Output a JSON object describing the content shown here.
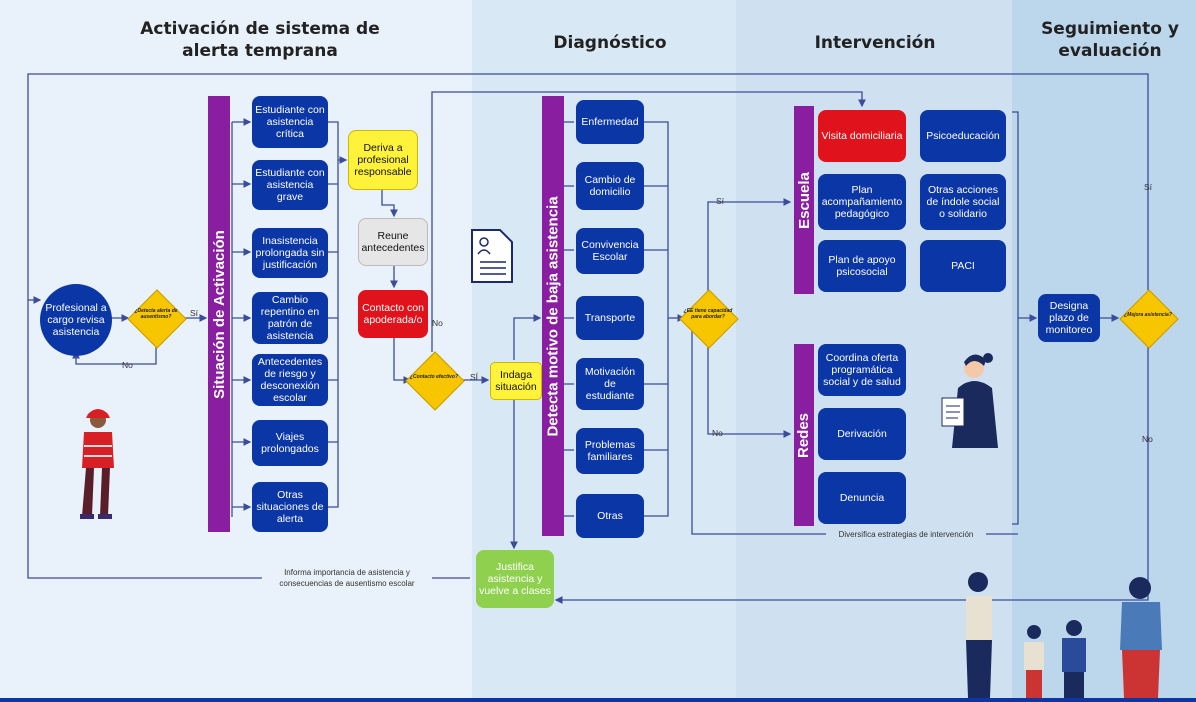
{
  "phases": {
    "activacion": "Activación de sistema de alerta temprana",
    "diagnostico": "Diagnóstico",
    "intervencion": "Intervención",
    "seguimiento": "Seguimiento y evaluación"
  },
  "start_node": "Profesional a cargo revisa asistencia",
  "decision_1": "¿Detecta alerta de ausentismo?",
  "activation_bar": "Situación de Activación",
  "situations": [
    "Estudiante con asistencia crítica",
    "Estudiante con asistencia grave",
    "Inasistencia prolongada sin justificación",
    "Cambio repentino en patrón de asistencia",
    "Antecedentes de riesgo y desconexión escolar",
    "Viajes prolongados",
    "Otras situaciones de alerta"
  ],
  "derive": "Deriva a profesional responsable",
  "reune": "Reune antecedentes",
  "contacto": "Contacto con apoderada/o",
  "decision_2": "¿Contacto efectivo?",
  "indaga": "Indaga situación",
  "justifica": "Justifica asistencia y vuelve a clases",
  "informa": "Informa importancia de asistencia y consecuencias de ausentismo escolar",
  "motivo_bar": "Detecta motivo de baja asistencia",
  "motivos": [
    "Enfermedad",
    "Cambio de domicilio",
    "Convivencia Escolar",
    "Transporte",
    "Motivación de estudiante",
    "Problemas familiares",
    "Otras"
  ],
  "decision_3": "¿EE tiene capacidad para abordar?",
  "escuela_bar": "Escuela",
  "escuela_col1": [
    "Visita domiciliaria",
    "Plan acompañamiento pedagógico",
    "Plan de apoyo psicosocial"
  ],
  "escuela_col2": [
    "Psicoeducación",
    "Otras acciones de índole social o solidario",
    "PACI"
  ],
  "redes_bar": "Redes",
  "redes": [
    "Coordina oferta programática social y de salud",
    "Derivación",
    "Denuncia"
  ],
  "diversifica": "Diversifica estrategias de intervención",
  "designa": "Designa plazo de monitoreo",
  "decision_4": "¿Mejora asistencia?",
  "labels": {
    "si": "Sí",
    "no": "No",
    "si_upper": "SÍ"
  },
  "colors": {
    "blue": "#0b36a6",
    "purple": "#8a1ea0",
    "yellow": "#fff23a",
    "red": "#e0121b",
    "green": "#8fd14f",
    "diamond": "#f7c600"
  }
}
